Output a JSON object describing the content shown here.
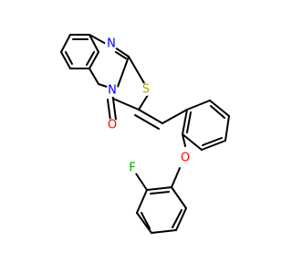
{
  "molecule": {
    "atoms": [
      {
        "symbol": "N",
        "color": "#0000ff"
      },
      {
        "symbol": "N",
        "color": "#0000ff"
      },
      {
        "symbol": "S",
        "color": "#b8a000"
      },
      {
        "symbol": "O",
        "color": "#ff0000"
      },
      {
        "symbol": "O",
        "color": "#ff0000"
      },
      {
        "symbol": "F",
        "color": "#00aa00"
      }
    ],
    "bond_color": "#000000"
  }
}
